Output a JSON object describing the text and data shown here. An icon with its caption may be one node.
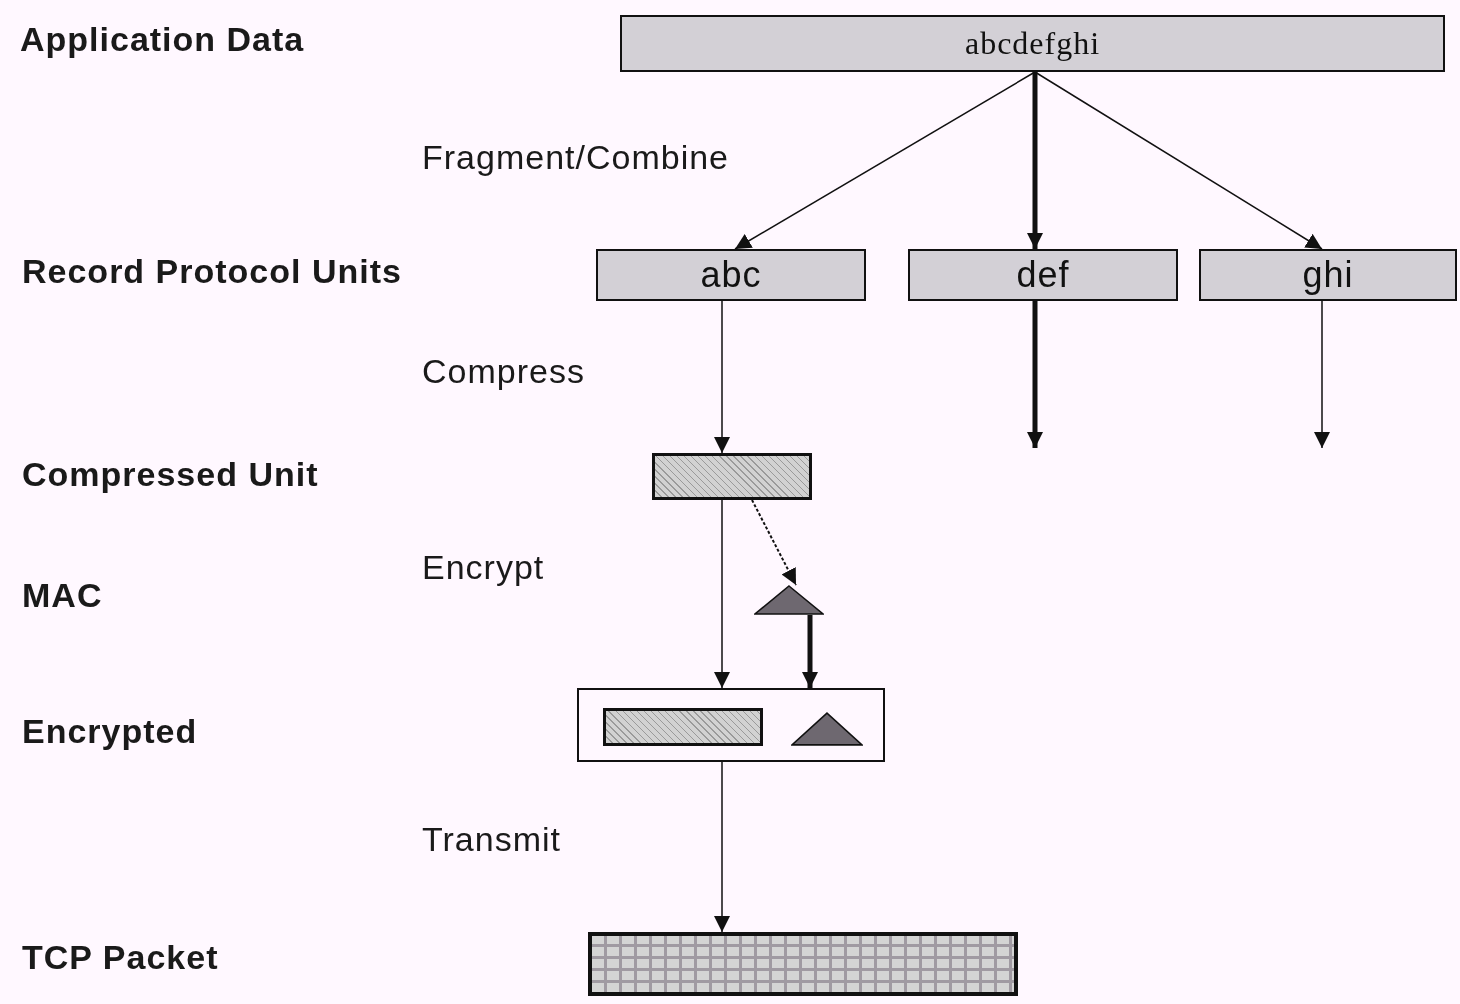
{
  "diagram": {
    "nodes": [
      {
        "text": [
          "abcdefghi"
        ]
      },
      {
        "text": [
          "abc"
        ]
      },
      {
        "text": [
          "def"
        ]
      },
      {
        "text": [
          "ghi"
        ]
      },
      {
        "text": [],
        "shape": "box"
      },
      {
        "text": [],
        "shape": "triangle"
      },
      {
        "text": [],
        "shape": "box"
      },
      {
        "text": [],
        "shape": "box",
        "in": 6
      },
      {
        "text": [],
        "shape": "triangle",
        "in": 6
      },
      {
        "text": [],
        "shape": "box"
      }
    ],
    "edges": [
      {
        "from": 0,
        "to": 1,
        "arrow": "to"
      },
      {
        "from": 0,
        "to": 2,
        "arrow": "to",
        "style": "thick"
      },
      {
        "from": 0,
        "to": 3,
        "arrow": "to"
      },
      {
        "from": 1,
        "to": 4,
        "arrow": "to"
      },
      {
        "from": 2,
        "to": null,
        "arrow": "to",
        "style": "thick"
      },
      {
        "from": 3,
        "to": null,
        "arrow": "to"
      },
      {
        "from": 4,
        "to": 5,
        "arrow": "to",
        "style": "dashed"
      },
      {
        "from": 4,
        "to": 6,
        "arrow": "to"
      },
      {
        "from": 5,
        "to": 6,
        "arrow": "to",
        "style": "thick"
      },
      {
        "from": 6,
        "to": 9,
        "arrow": "to"
      }
    ],
    "labels": [
      "Application Data",
      "Fragment/Combine",
      "Record Protocol Units",
      "Compress",
      "Compressed Unit",
      "Encrypt",
      "MAC",
      "Encrypted",
      "Transmit",
      "TCP Packet"
    ]
  }
}
